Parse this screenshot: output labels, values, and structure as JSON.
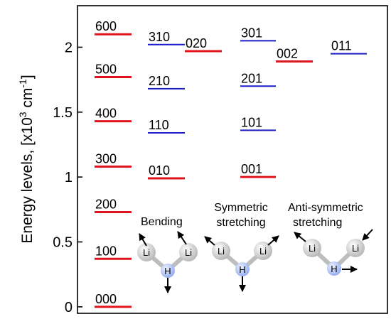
{
  "y_axis": {
    "label_prefix": "Energy levels, [x10",
    "label_exp": "3",
    "label_unit": " cm",
    "label_unit_exp": "-1",
    "label_suffix": "]",
    "range": [
      -0.05,
      2.32
    ],
    "ticks": [
      {
        "value": 0,
        "label": "0"
      },
      {
        "value": 0.5,
        "label": "0.5"
      },
      {
        "value": 1,
        "label": "1"
      },
      {
        "value": 1.5,
        "label": "1.5"
      },
      {
        "value": 2,
        "label": "2"
      }
    ]
  },
  "colors": {
    "red": "#e0141c",
    "blue": "#1c1cc8",
    "hydrogen": "#a9bff4",
    "lithium": "#c8c8c8"
  },
  "levels": [
    {
      "label": "000",
      "energy": 0.0,
      "color": "red"
    },
    {
      "label": "100",
      "energy": 0.37,
      "color": "red"
    },
    {
      "label": "200",
      "energy": 0.73,
      "color": "red"
    },
    {
      "label": "300",
      "energy": 1.08,
      "color": "red"
    },
    {
      "label": "400",
      "energy": 1.43,
      "color": "red"
    },
    {
      "label": "500",
      "energy": 1.77,
      "color": "red"
    },
    {
      "label": "600",
      "energy": 2.1,
      "color": "red"
    },
    {
      "label": "010",
      "energy": 0.99,
      "color": "red"
    },
    {
      "label": "110",
      "energy": 1.34,
      "color": "blue"
    },
    {
      "label": "210",
      "energy": 1.68,
      "color": "blue"
    },
    {
      "label": "310",
      "energy": 2.02,
      "color": "blue"
    },
    {
      "label": "020",
      "energy": 1.97,
      "color": "red"
    },
    {
      "label": "001",
      "energy": 1.0,
      "color": "red"
    },
    {
      "label": "101",
      "energy": 1.36,
      "color": "blue"
    },
    {
      "label": "201",
      "energy": 1.7,
      "color": "blue"
    },
    {
      "label": "301",
      "energy": 2.05,
      "color": "blue"
    },
    {
      "label": "002",
      "energy": 1.89,
      "color": "red"
    },
    {
      "label": "011",
      "energy": 1.95,
      "color": "blue"
    }
  ],
  "modes": [
    {
      "lines": [
        "Bending"
      ]
    },
    {
      "lines": [
        "Symmetric",
        "stretching"
      ]
    },
    {
      "lines": [
        "Anti-symmetric",
        "stretching"
      ]
    }
  ],
  "atoms": {
    "lithium": "Li",
    "hydrogen": "H"
  }
}
